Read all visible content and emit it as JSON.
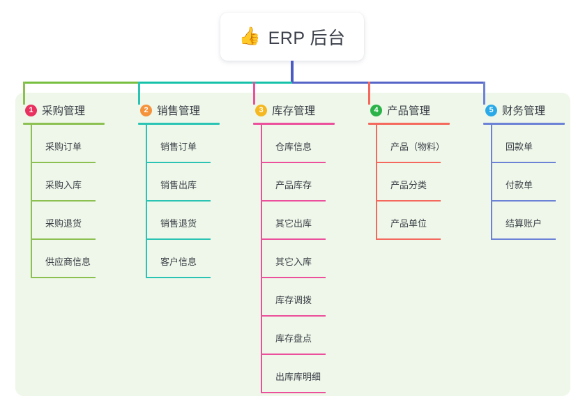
{
  "root": {
    "emoji": "👍",
    "emoji_icon_name": "thumbs-up-icon",
    "title": "ERP 后台"
  },
  "theme": {
    "page_background": "#ffffff",
    "panel_background": "#eef7e9",
    "card_background": "#ffffff",
    "text_color": "#3a3f47",
    "root_stem": "#4a5bc4"
  },
  "connector": {
    "segments": [
      {
        "name": "green-segment",
        "color": "#78bf3f"
      },
      {
        "name": "teal-segment",
        "color": "#16c1aa"
      },
      {
        "name": "blue-segment",
        "color": "#5664c8"
      }
    ]
  },
  "columns": [
    {
      "number": "1",
      "title": "采购管理",
      "badge_color": "#e8315e",
      "line_color": "#8cc152",
      "items": [
        "采购订单",
        "采购入库",
        "采购退货",
        "供应商信息"
      ]
    },
    {
      "number": "2",
      "title": "销售管理",
      "badge_color": "#f5933c",
      "line_color": "#2bc4b4",
      "items": [
        "销售订单",
        "销售出库",
        "销售退货",
        "客户信息"
      ]
    },
    {
      "number": "3",
      "title": "库存管理",
      "badge_color": "#f5b820",
      "line_color": "#ec4f9c",
      "items": [
        "仓库信息",
        "产品库存",
        "其它出库",
        "其它入库",
        "库存调拨",
        "库存盘点",
        "出库库明细"
      ]
    },
    {
      "number": "4",
      "title": "产品管理",
      "badge_color": "#2bb34a",
      "line_color": "#f4685d",
      "items": [
        "产品（物料）",
        "产品分类",
        "产品单位"
      ]
    },
    {
      "number": "5",
      "title": "财务管理",
      "badge_color": "#29a9e8",
      "line_color": "#6b82d6",
      "items": [
        "回款单",
        "付款单",
        "结算账户"
      ]
    }
  ]
}
